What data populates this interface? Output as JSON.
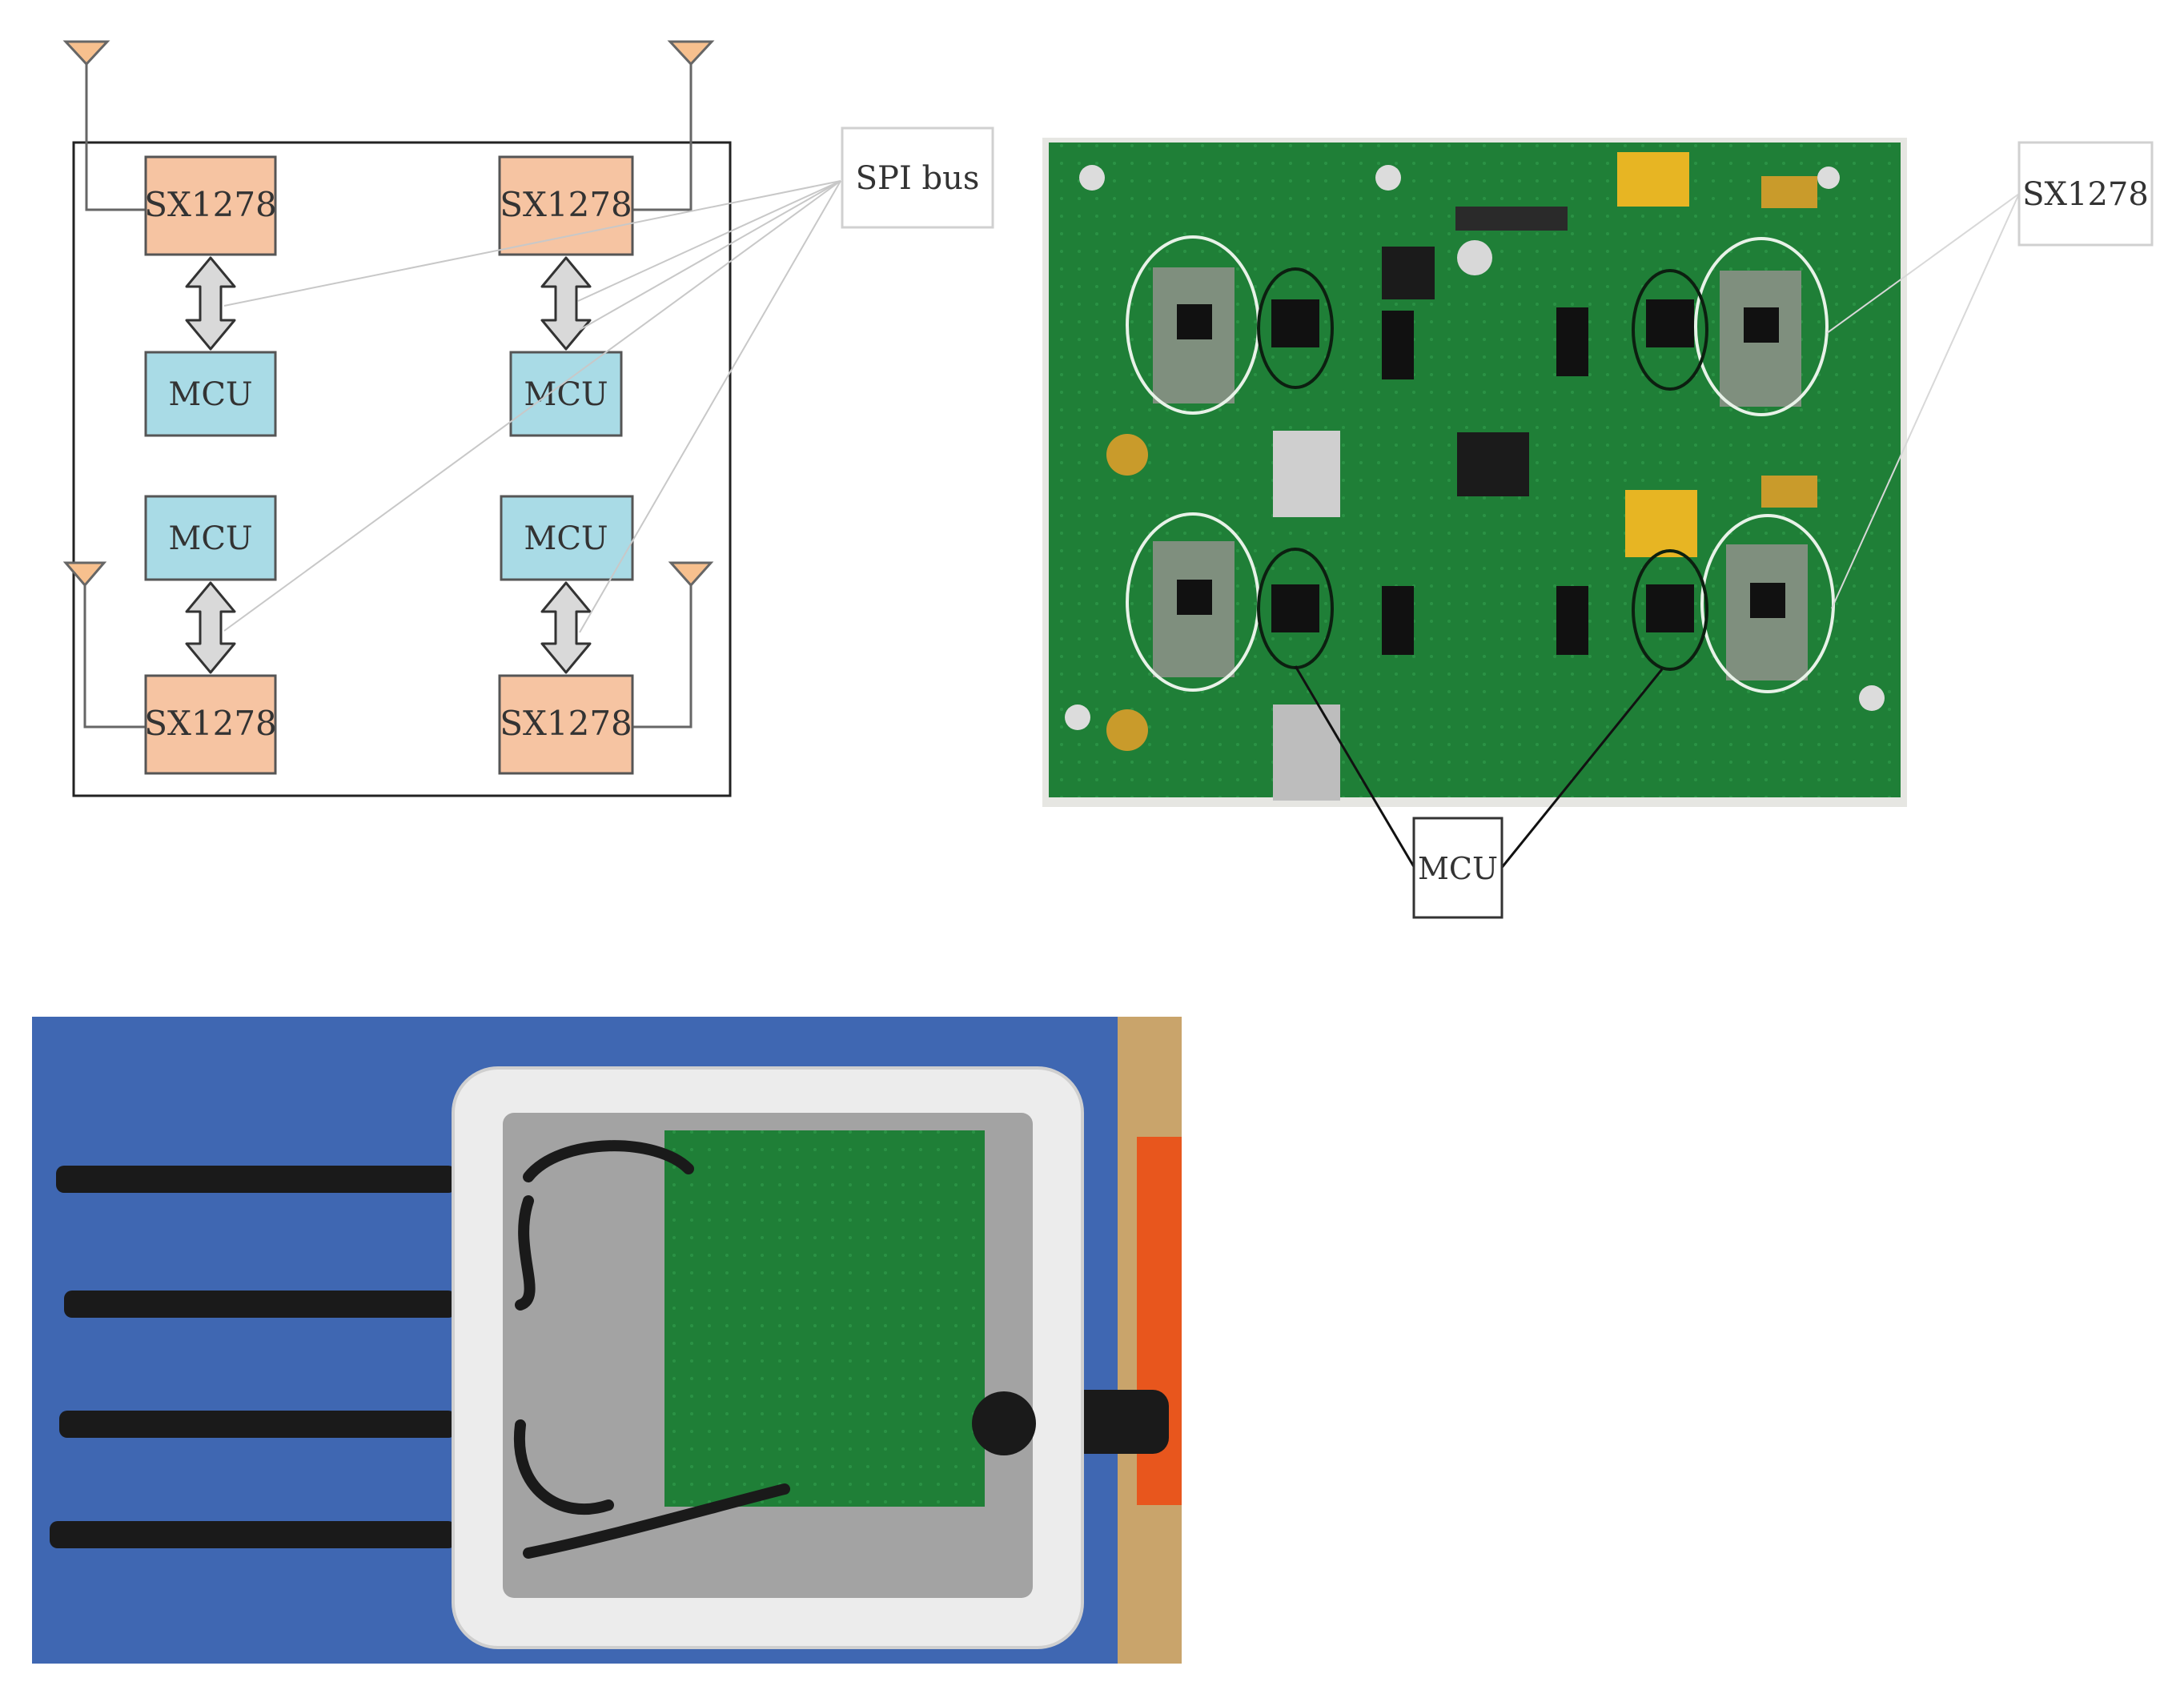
{
  "block_diagram": {
    "chips": [
      {
        "label": "SX1278"
      },
      {
        "label": "SX1278"
      },
      {
        "label": "SX1278"
      },
      {
        "label": "SX1278"
      }
    ],
    "mcus": [
      {
        "label": "MCU"
      },
      {
        "label": "MCU"
      },
      {
        "label": "MCU"
      },
      {
        "label": "MCU"
      }
    ],
    "callout": "SPI bus"
  },
  "pcb_photo": {
    "callout_sx": "SX1278",
    "callout_mcu": "MCU"
  },
  "colors": {
    "chip_fill": "#f6c4a2",
    "mcu_fill": "#a9dbe6",
    "pcb_green": "#1e7d35",
    "enclosure_bg": "#3f67b2",
    "orange_strip": "#e8561d"
  }
}
